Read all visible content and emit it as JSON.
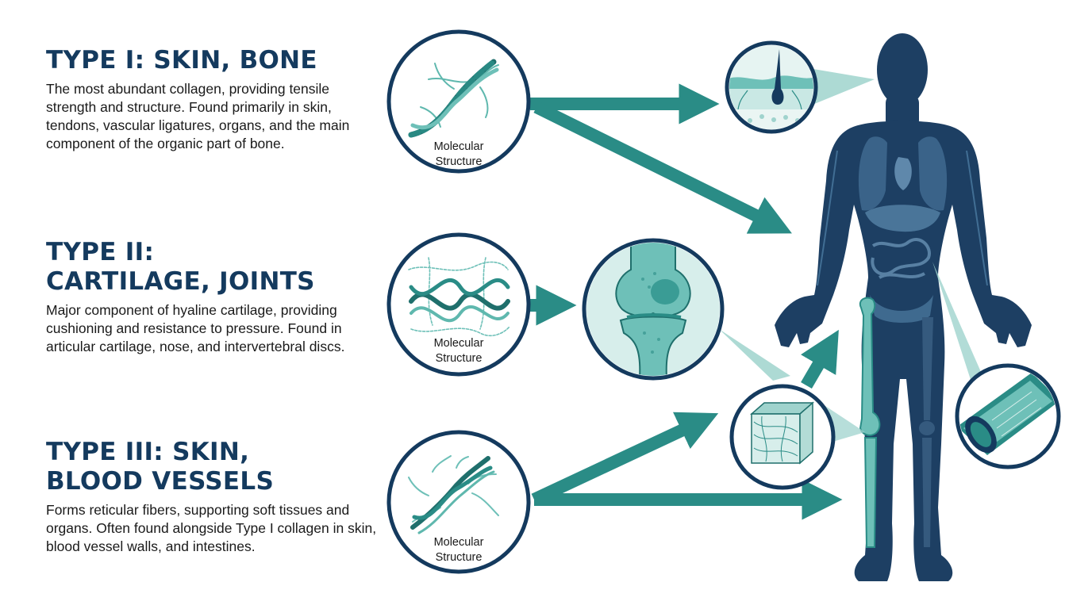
{
  "sections": [
    {
      "heading_lines": [
        "TYPE I: SKIN, BONE"
      ],
      "description": "The most abundant collagen, providing tensile strength and structure. Found primarily in skin, tendons, vascular ligatures, organs, and the main component of the organic part of bone.",
      "molecule_label": [
        "Molecular",
        "Structure"
      ]
    },
    {
      "heading_lines": [
        "TYPE II:",
        "CARTILAGE, JOINTS"
      ],
      "description": "Major component of hyaline cartilage, providing cushioning and resistance to pressure. Found in articular cartilage, nose, and intervertebral discs.",
      "molecule_label": [
        "Molecular",
        "Structure"
      ]
    },
    {
      "heading_lines": [
        "TYPE III: SKIN,",
        "BLOOD VESSELS"
      ],
      "description": "Forms reticular fibers, supporting soft tissues and organs. Often found alongside Type I collagen in skin, blood vessel walls, and intestines.",
      "molecule_label": [
        "Molecular",
        "Structure"
      ]
    }
  ],
  "colors": {
    "navy": "#143a5e",
    "teal": "#2a8c86",
    "teal_light": "#9fd3cd",
    "body": "#1d3f63"
  },
  "icons": [
    "triple-helix-icon",
    "skin-cross-section-icon",
    "knee-joint-icon",
    "tissue-block-icon",
    "blood-vessel-icon",
    "human-body-icon"
  ]
}
